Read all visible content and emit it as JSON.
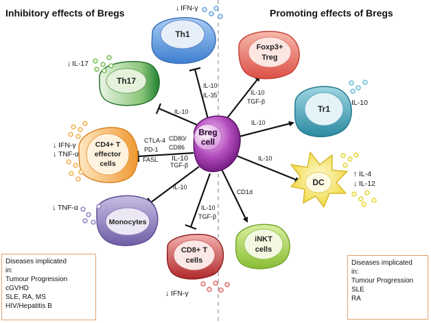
{
  "headings": {
    "left": "Inhibitory effects of Bregs",
    "right": "Promoting effects of Bregs"
  },
  "center": {
    "line1": "Breg",
    "line2": "cell"
  },
  "cells": {
    "th1": "Th1",
    "th17": "Th17",
    "cd4": [
      "CD4+ T",
      "effector",
      "cells"
    ],
    "monocytes": "Monocytes",
    "cd8": [
      "CD8+ T",
      "cells"
    ],
    "foxp3": [
      "Foxp3+",
      "Treg"
    ],
    "tr1": "Tr1",
    "dc": "DC",
    "inkt": [
      "iNKT",
      "cells"
    ]
  },
  "edge_labels": {
    "th1": [
      "IL-10",
      "IL-35"
    ],
    "th17": "IL-10",
    "cd4_left": [
      "CTLA-4",
      "PD-1",
      "FASL"
    ],
    "cd4_right": [
      "CD80/",
      "CD86"
    ],
    "cd4_bottom": [
      "IL-10",
      "TGF-β"
    ],
    "monocytes": "IL-10",
    "cd8": [
      "IL-10",
      "TGF-β"
    ],
    "foxp3": [
      "IL-10",
      "TGF-β"
    ],
    "tr1": "IL-10",
    "dc": "IL-10",
    "inkt": "CD1d"
  },
  "cytokines": {
    "th1": "IFN-γ",
    "th17": "IL-17",
    "cd4": [
      "IFN-γ",
      "TNF-α"
    ],
    "monocytes": "TNF-α",
    "cd8": "IFN-γ",
    "tr1": "IL-10",
    "dc": [
      "IL-4",
      "IL-12"
    ]
  },
  "diseases_left": {
    "title_line1": "Diseases implicated",
    "title_line2": "in:",
    "items": [
      "Tumour Progression",
      "cGVHD",
      "SLE, RA, MS",
      "HIV/Hepatitis B"
    ]
  },
  "diseases_right": {
    "title_line1": "Diseases implicated",
    "title_line2": "in:",
    "items": [
      "Tumour Progression",
      "SLE",
      "RA"
    ]
  },
  "colors": {
    "th1": "#5b97dd",
    "th17": "#3a9a4a",
    "cd4": "#f0a244",
    "monocytes": "#8a79b8",
    "cd8": "#c0393b",
    "foxp3": "#e0625a",
    "tr1": "#3fa1b6",
    "dc": "#f2e14e",
    "inkt": "#9cc84b",
    "breg": "#9a2fa8",
    "box_border": "#e0a06a"
  }
}
